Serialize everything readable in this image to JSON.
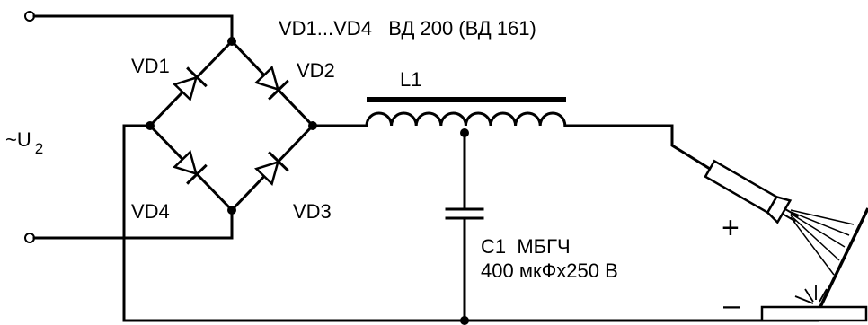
{
  "header_note": "VD1...VD4   ВД 200 (ВД 161)",
  "input_label": "~U",
  "input_subscript": "2",
  "diodes": {
    "vd1": "VD1",
    "vd2": "VD2",
    "vd3": "VD3",
    "vd4": "VD4"
  },
  "inductor": "L1",
  "capacitor": {
    "name": "C1  МБГЧ",
    "value": "400 мкФх250 В"
  },
  "polarity": {
    "plus": "+",
    "minus": "–"
  }
}
